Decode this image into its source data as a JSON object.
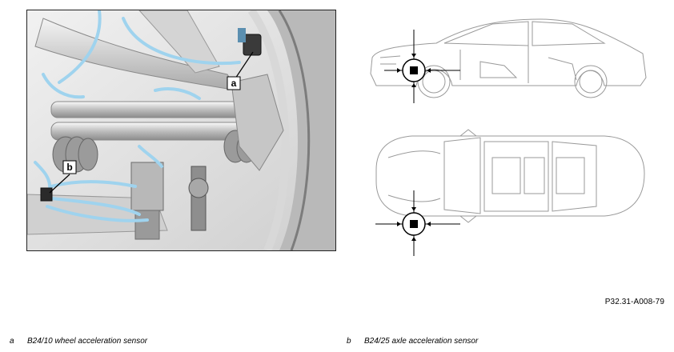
{
  "photo": {
    "callouts": [
      {
        "letter": "a"
      },
      {
        "letter": "b"
      }
    ]
  },
  "document_ref": "P32.31-A008-79",
  "legend": [
    {
      "key": "a",
      "text": "B24/10 wheel acceleration sensor"
    },
    {
      "key": "b",
      "text": "B24/25 axle acceleration sensor"
    }
  ],
  "colors": {
    "cable_blue": "#9fd3ee",
    "frame": "#222222",
    "line_art": "#9a9a9a"
  }
}
